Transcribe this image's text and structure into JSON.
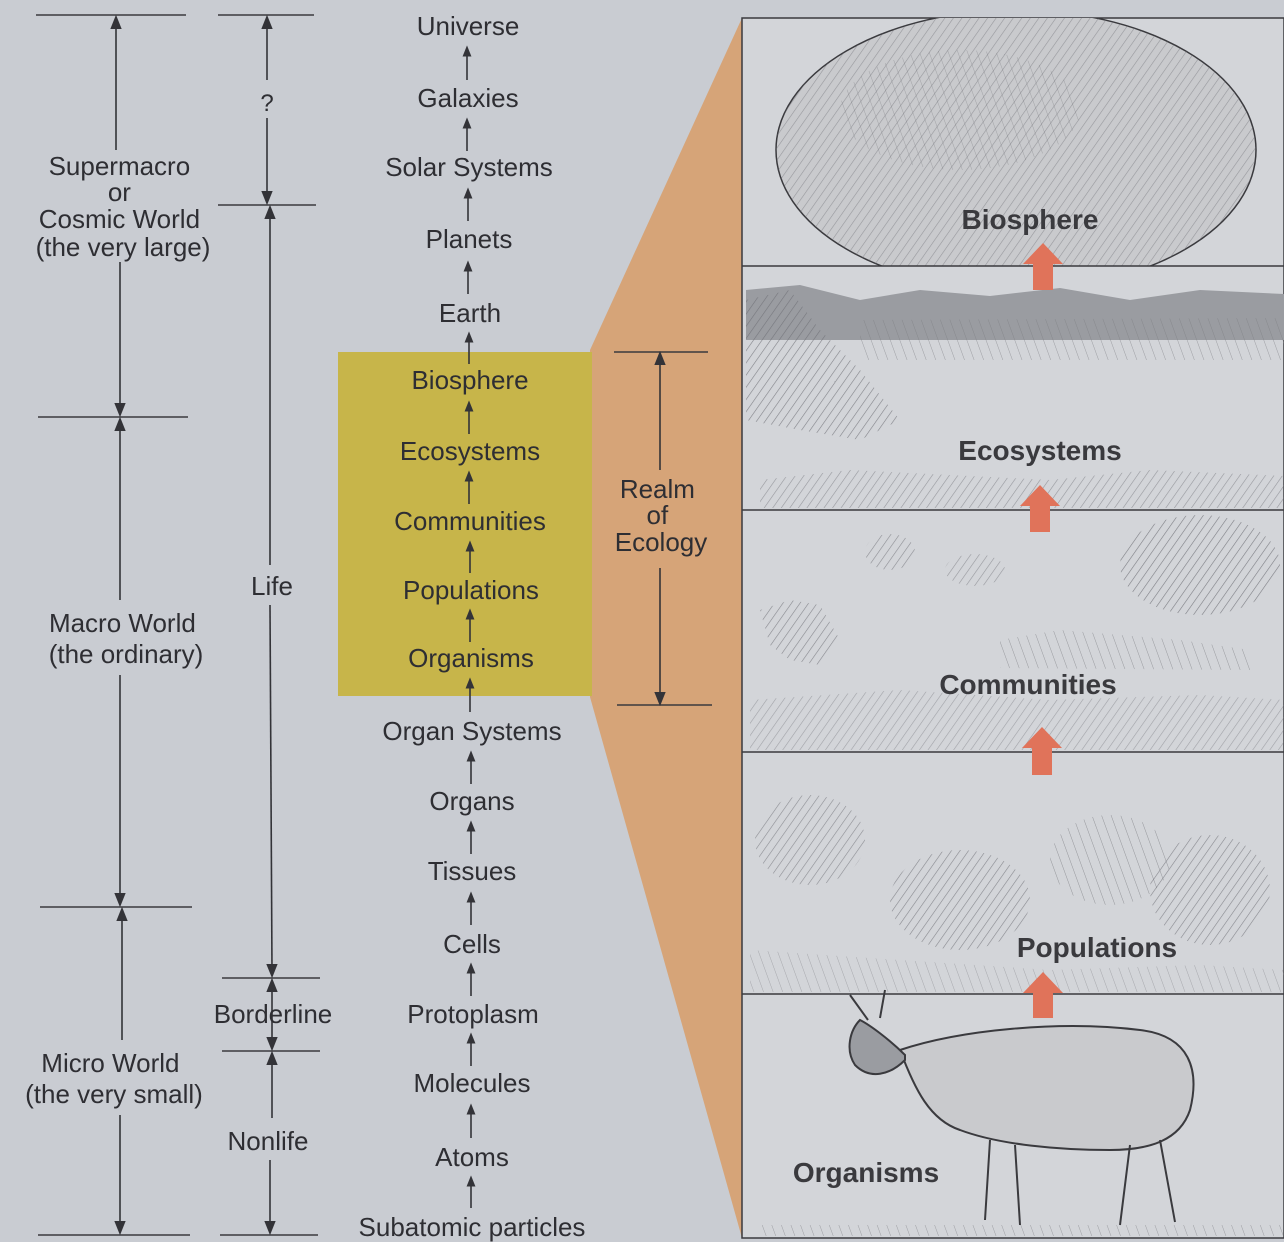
{
  "scale_groups": [
    {
      "label_lines": [
        "Supermacro",
        "or",
        "Cosmic World",
        "(the very large)"
      ]
    },
    {
      "label_lines": [
        "Macro World",
        "(the ordinary)"
      ]
    },
    {
      "label_lines": [
        "Micro World",
        "(the very small)"
      ]
    }
  ],
  "life_column": {
    "question": "?",
    "life": "Life",
    "borderline": "Borderline",
    "nonlife": "Nonlife"
  },
  "hierarchy": [
    "Universe",
    "Galaxies",
    "Solar Systems",
    "Planets",
    "Earth",
    "Biosphere",
    "Ecosystems",
    "Communities",
    "Populations",
    "Organisms",
    "Organ Systems",
    "Organs",
    "Tissues",
    "Cells",
    "Protoplasm",
    "Molecules",
    "Atoms",
    "Subatomic particles"
  ],
  "ecology_realm_lines": [
    "Realm",
    "of",
    "Ecology"
  ],
  "panels": [
    "Biosphere",
    "Ecosystems",
    "Communities",
    "Populations",
    "Organisms"
  ],
  "colors": {
    "background": "#c9ccd2",
    "highlight_box": "#c7b54a",
    "wedge": "#d6a478",
    "arrow": "#e0735a",
    "text": "#2e2e33"
  }
}
